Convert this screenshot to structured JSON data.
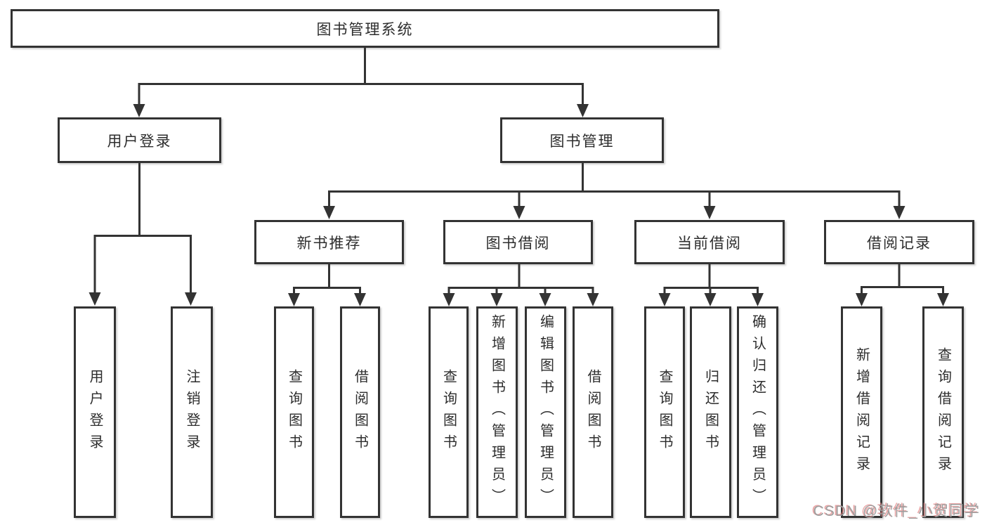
{
  "tree": {
    "root": {
      "label": "图书管理系统"
    },
    "branches": [
      {
        "label": "用户登录",
        "leaves": [
          "用户登录",
          "注销登录"
        ]
      },
      {
        "label": "图书管理",
        "groups": [
          {
            "label": "新书推荐",
            "leaves": [
              "查询图书",
              "借阅图书"
            ]
          },
          {
            "label": "图书借阅",
            "leaves": [
              "查询图书",
              "新增图书（管理员）",
              "编辑图书（管理员）",
              "借阅图书"
            ]
          },
          {
            "label": "当前借阅",
            "leaves": [
              "查询图书",
              "归还图书",
              "确认归还（管理员）"
            ]
          },
          {
            "label": "借阅记录",
            "leaves": [
              "新增借阅记录",
              "查询借阅记录"
            ]
          }
        ]
      }
    ]
  },
  "watermark": {
    "text": "CSDN @软件_小贺同学"
  },
  "colors": {
    "line": "#333333",
    "text": "#2d2d2d",
    "watermark": "#9e9e9e",
    "background": "#ffffff"
  }
}
